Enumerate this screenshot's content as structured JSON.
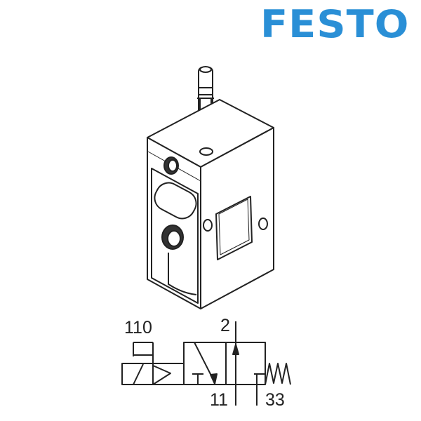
{
  "brand": {
    "name": "FESTO",
    "color": "#2a8fd6"
  },
  "product": {
    "description": "Solenoid valve isometric drawing"
  },
  "symbol": {
    "ports": {
      "solenoid_label": "110",
      "output": "2",
      "supply": "11",
      "exhaust": "33"
    }
  }
}
